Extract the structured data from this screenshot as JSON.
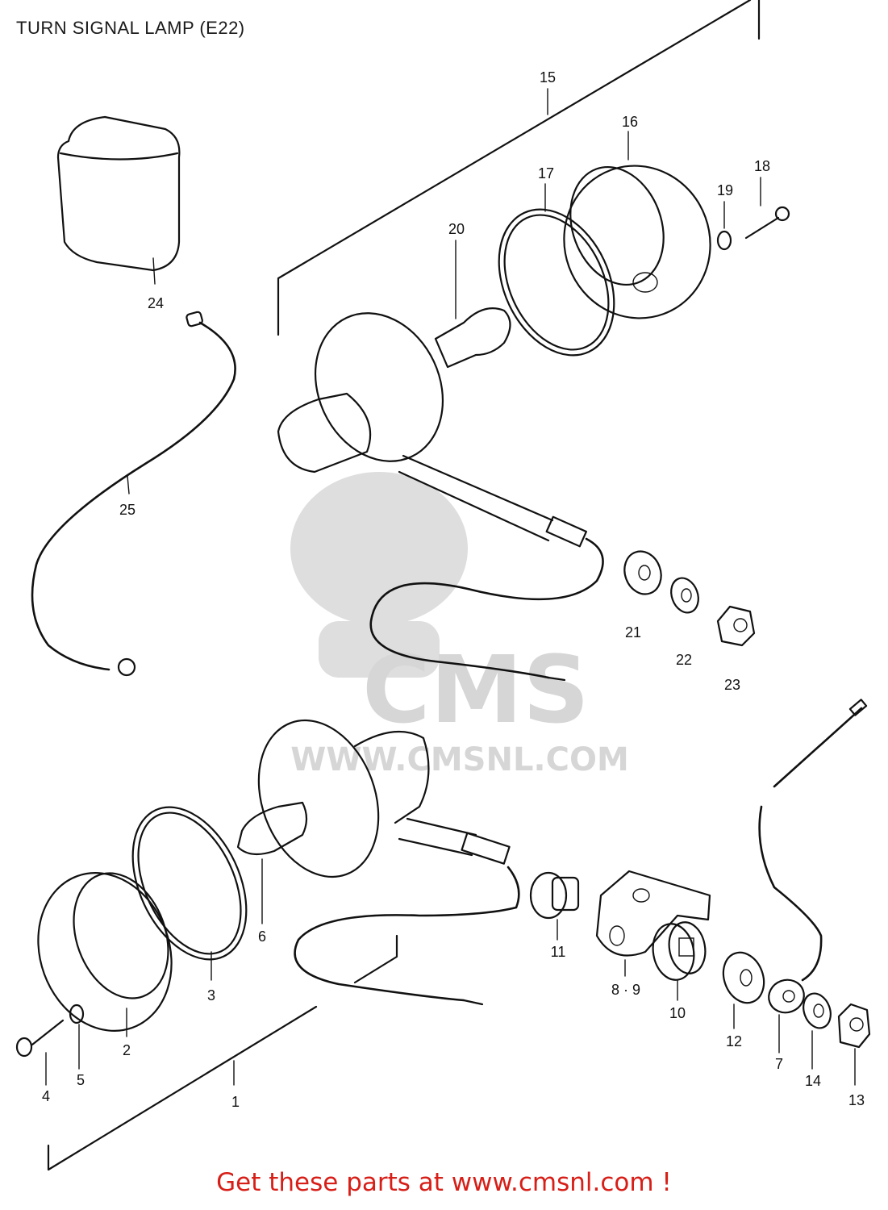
{
  "title": "TURN SIGNAL LAMP (E22)",
  "footer": "Get these parts at www.cmsnl.com !",
  "watermark": {
    "big": "CMS",
    "url": "WWW.CMSNL.COM"
  },
  "labels": [
    {
      "id": "1",
      "text": "1"
    },
    {
      "id": "2",
      "text": "2"
    },
    {
      "id": "3",
      "text": "3"
    },
    {
      "id": "4",
      "text": "4"
    },
    {
      "id": "5",
      "text": "5"
    },
    {
      "id": "6",
      "text": "6"
    },
    {
      "id": "7",
      "text": "7"
    },
    {
      "id": "8-9",
      "text": "8 · 9"
    },
    {
      "id": "10",
      "text": "10"
    },
    {
      "id": "11",
      "text": "11"
    },
    {
      "id": "12",
      "text": "12"
    },
    {
      "id": "13",
      "text": "13"
    },
    {
      "id": "14",
      "text": "14"
    },
    {
      "id": "15",
      "text": "15"
    },
    {
      "id": "16",
      "text": "16"
    },
    {
      "id": "17",
      "text": "17"
    },
    {
      "id": "18",
      "text": "18"
    },
    {
      "id": "19",
      "text": "19"
    },
    {
      "id": "20",
      "text": "20"
    },
    {
      "id": "21",
      "text": "21"
    },
    {
      "id": "22",
      "text": "22"
    },
    {
      "id": "23",
      "text": "23"
    },
    {
      "id": "24",
      "text": "24"
    },
    {
      "id": "25",
      "text": "25"
    }
  ]
}
